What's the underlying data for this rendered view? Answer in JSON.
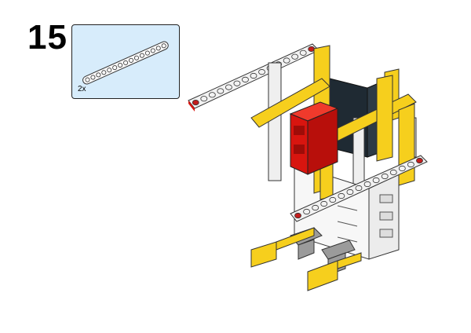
{
  "step": {
    "number": "15"
  },
  "parts_list": [
    {
      "part": "beam-15-white",
      "quantity": "2x"
    }
  ],
  "colors": {
    "callout_bg": "#d7ecfb",
    "beam_white": "#f4f4f4",
    "beam_yellow": "#f6cf1d",
    "brick_red": "#d8150f",
    "connector_gray": "#9b9b9b",
    "frame_dark": "#1f2a33",
    "pin_red": "#c21d1d"
  }
}
